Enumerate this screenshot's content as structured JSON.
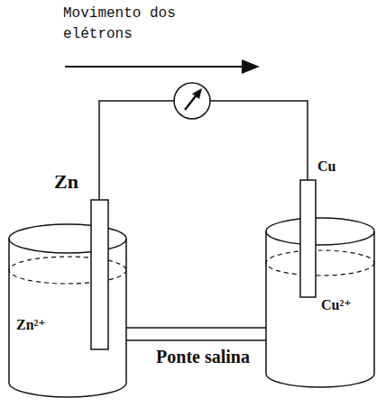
{
  "diagram": {
    "labels": [
      "Movimento dos elétrons",
      "Zn",
      "Cu",
      "Zn²⁺",
      "Cu²⁺",
      "Ponte salina"
    ]
  }
}
